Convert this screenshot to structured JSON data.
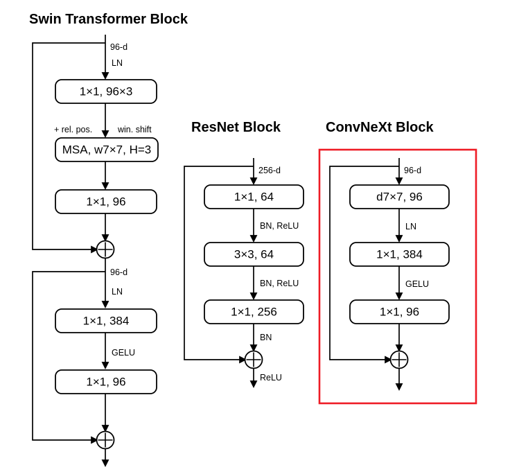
{
  "figure": {
    "type": "diagram",
    "description": "Side-by-side architecture block diagrams comparing Swin Transformer Block, ResNet Block, and ConvNeXt Block",
    "background_color": "#ffffff",
    "highlight_color": "#ee1c25"
  },
  "blocks": [
    {
      "id": "swin",
      "title": "Swin Transformer Block",
      "highlighted": false,
      "input_label": "96-d",
      "nodes": [
        {
          "id": "swin-n1",
          "label": "1×1, 96×3"
        },
        {
          "id": "swin-n2",
          "label": "MSA, w7×7, H=3"
        },
        {
          "id": "swin-n3",
          "label": "1×1, 96"
        },
        {
          "id": "swin-n4",
          "label": "1×1, 384"
        },
        {
          "id": "swin-n5",
          "label": "1×1, 96"
        }
      ],
      "edge_labels": [
        "96-d",
        "LN",
        "+ rel. pos.",
        "win. shift",
        "96-d",
        "LN",
        "GELU"
      ],
      "sum_nodes": 2
    },
    {
      "id": "resnet",
      "title": "ResNet Block",
      "highlighted": false,
      "input_label": "256-d",
      "nodes": [
        {
          "id": "res-n1",
          "label": "1×1, 64"
        },
        {
          "id": "res-n2",
          "label": "3×3, 64"
        },
        {
          "id": "res-n3",
          "label": "1×1, 256"
        }
      ],
      "edge_labels": [
        "256-d",
        "BN, ReLU",
        "BN, ReLU",
        "BN",
        "ReLU"
      ],
      "sum_nodes": 1
    },
    {
      "id": "convnext",
      "title": "ConvNeXt Block",
      "highlighted": true,
      "input_label": "96-d",
      "nodes": [
        {
          "id": "cnx-n1",
          "label": "d7×7, 96"
        },
        {
          "id": "cnx-n2",
          "label": "1×1, 384"
        },
        {
          "id": "cnx-n3",
          "label": "1×1, 96"
        }
      ],
      "edge_labels": [
        "96-d",
        "LN",
        "GELU"
      ],
      "sum_nodes": 1
    }
  ],
  "labels": {
    "swin_title": "Swin Transformer Block",
    "resnet_title": "ResNet Block",
    "convnext_title": "ConvNeXt Block",
    "swin_in_96d_top": "96-d",
    "swin_ln_1": "LN",
    "swin_box_1": "1×1, 96×3",
    "swin_rel_pos": "+ rel. pos.",
    "swin_win_shift": "win. shift",
    "swin_box_2": "MSA, w7×7, H=3",
    "swin_box_3": "1×1, 96",
    "swin_mid_96d": "96-d",
    "swin_ln_2": "LN",
    "swin_box_4": "1×1, 384",
    "swin_gelu": "GELU",
    "swin_box_5": "1×1, 96",
    "res_in_256d": "256-d",
    "res_box_1": "1×1, 64",
    "res_bnrelu_1": "BN, ReLU",
    "res_box_2": "3×3, 64",
    "res_bnrelu_2": "BN, ReLU",
    "res_box_3": "1×1, 256",
    "res_bn": "BN",
    "res_relu_out": "ReLU",
    "cnx_in_96d": "96-d",
    "cnx_box_1": "d7×7, 96",
    "cnx_ln": "LN",
    "cnx_box_2": "1×1, 384",
    "cnx_gelu": "GELU",
    "cnx_box_3": "1×1, 96"
  }
}
